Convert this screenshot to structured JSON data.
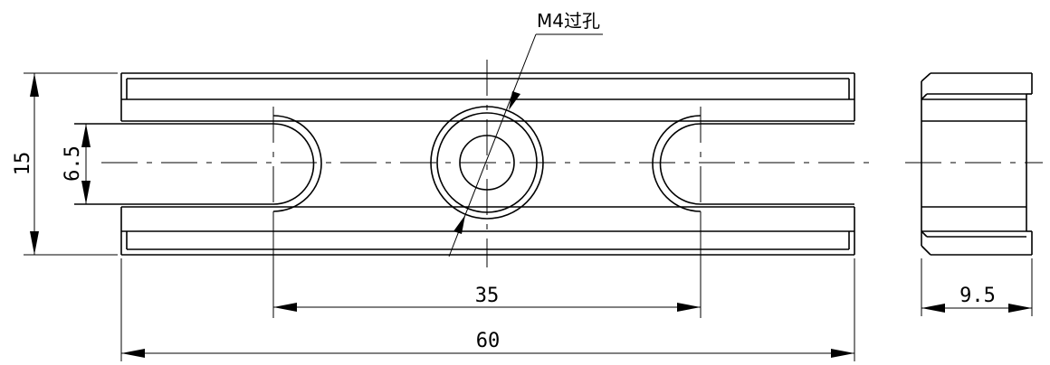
{
  "drawing": {
    "hole_note": "M4过孔",
    "dimensions": {
      "overall_length": "60",
      "slot_center_distance": "35",
      "overall_height": "15",
      "slot_width": "6.5",
      "side_thickness": "9.5"
    }
  }
}
